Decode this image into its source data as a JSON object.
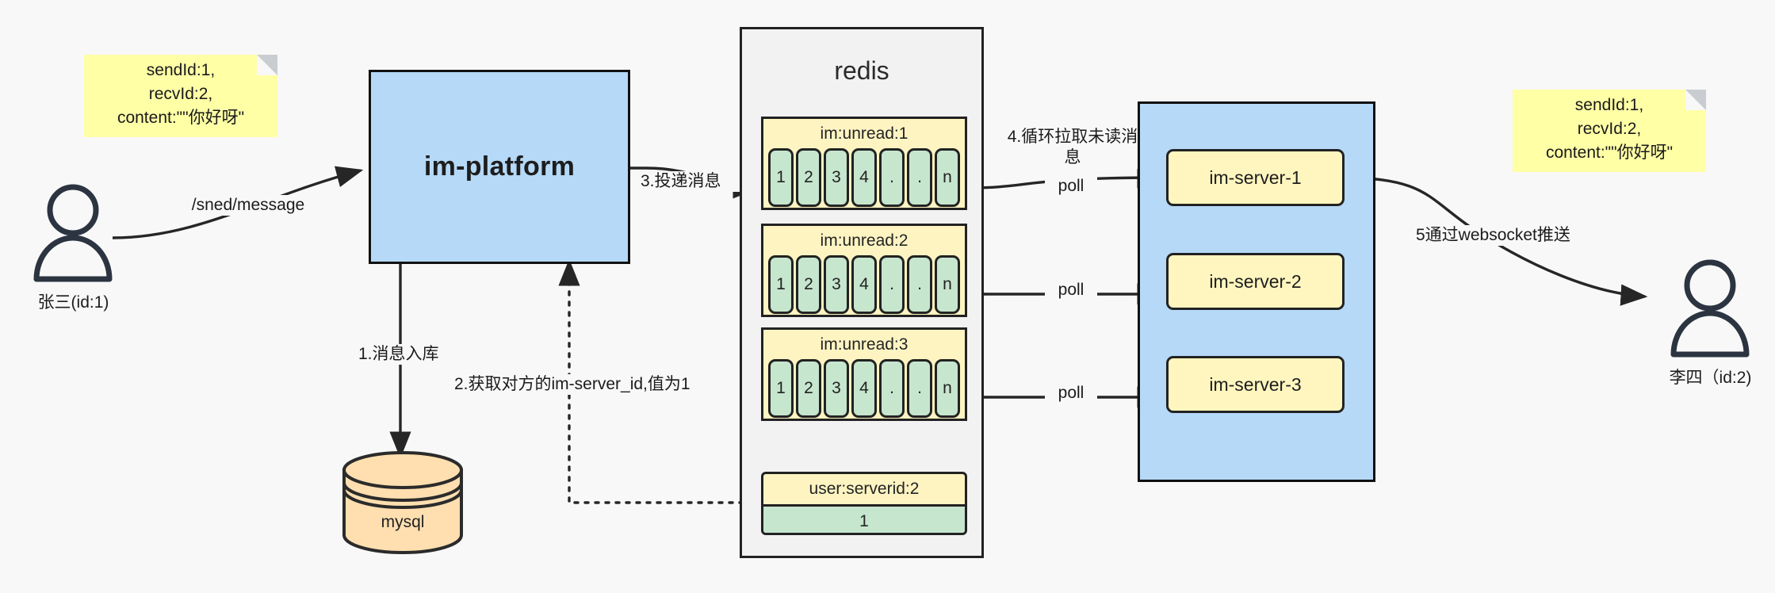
{
  "diagram": {
    "title": "IM message delivery architecture",
    "colors": {
      "background": "#f8f8f8",
      "note_yellow": "#ffffa6",
      "process_blue": "#b5d9f7",
      "server_yellow": "#fff6bf",
      "cell_green": "#c6e6ce",
      "db_orange": "#ffdfb0",
      "stroke": "#222222"
    }
  },
  "notes": {
    "left": {
      "lines": [
        "sendId:1,",
        "recvId:2,",
        "content:\"\"你好呀\""
      ]
    },
    "right": {
      "lines": [
        "sendId:1,",
        "recvId:2,",
        "content:\"\"你好呀\""
      ]
    }
  },
  "actors": {
    "sender": {
      "label": "张三(id:1)",
      "icon": "person-icon"
    },
    "receiver": {
      "label": "李四（id:2)",
      "icon": "person-icon"
    }
  },
  "platform": {
    "label": "im-platform"
  },
  "database": {
    "label": "mysql",
    "icon": "database-cylinder-icon"
  },
  "redis": {
    "title": "redis",
    "queues": [
      {
        "key": "im:unread:1",
        "cells": [
          "1",
          "2",
          "3",
          "4",
          ".",
          ".",
          "n"
        ]
      },
      {
        "key": "im:unread:2",
        "cells": [
          "1",
          "2",
          "3",
          "4",
          ".",
          ".",
          "n"
        ]
      },
      {
        "key": "im:unread:3",
        "cells": [
          "1",
          "2",
          "3",
          "4",
          ".",
          ".",
          "n"
        ]
      }
    ],
    "kv": {
      "key": "user:serverid:2",
      "value": "1"
    }
  },
  "servers": {
    "items": [
      {
        "label": "im-server-1"
      },
      {
        "label": "im-server-2"
      },
      {
        "label": "im-server-3"
      }
    ]
  },
  "edges": {
    "send_message": "/sned/message",
    "step1": "1.消息入库",
    "step2": "2.获取对方的im-server_id,值为1",
    "step3": "3.投递消息",
    "step4": "4.循环拉取未读消\n息",
    "step5": "5通过websocket推送",
    "poll1": "poll",
    "poll2": "poll",
    "poll3": "poll"
  }
}
